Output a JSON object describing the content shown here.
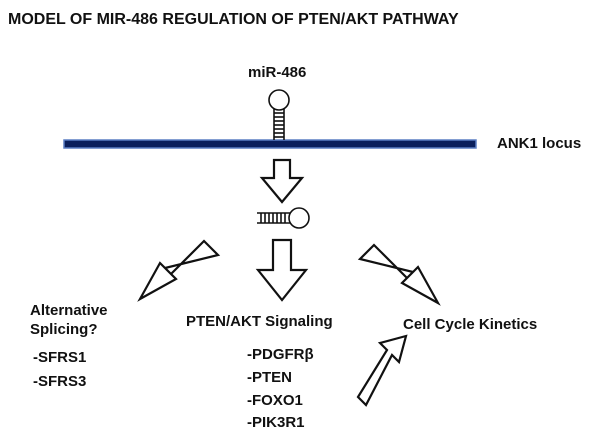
{
  "title": "MODEL OF MIR-486 REGULATION OF PTEN/AKT PATHWAY",
  "mirna_label": "miR-486",
  "locus_label": "ANK1 locus",
  "branches": {
    "left": {
      "title_line1": "Alternative",
      "title_line2": "Splicing?",
      "items": [
        "-SFRS1",
        "-SFRS3"
      ]
    },
    "center": {
      "title": "PTEN/AKT Signaling",
      "items": [
        "-PDGFRβ",
        "-PTEN",
        "-FOXO1",
        "-PIK3R1"
      ]
    },
    "right": {
      "title": "Cell Cycle Kinetics"
    }
  },
  "colors": {
    "locus_fill": "#0a1f5c",
    "locus_outline": "#5b7fc4",
    "stroke": "#111111"
  }
}
